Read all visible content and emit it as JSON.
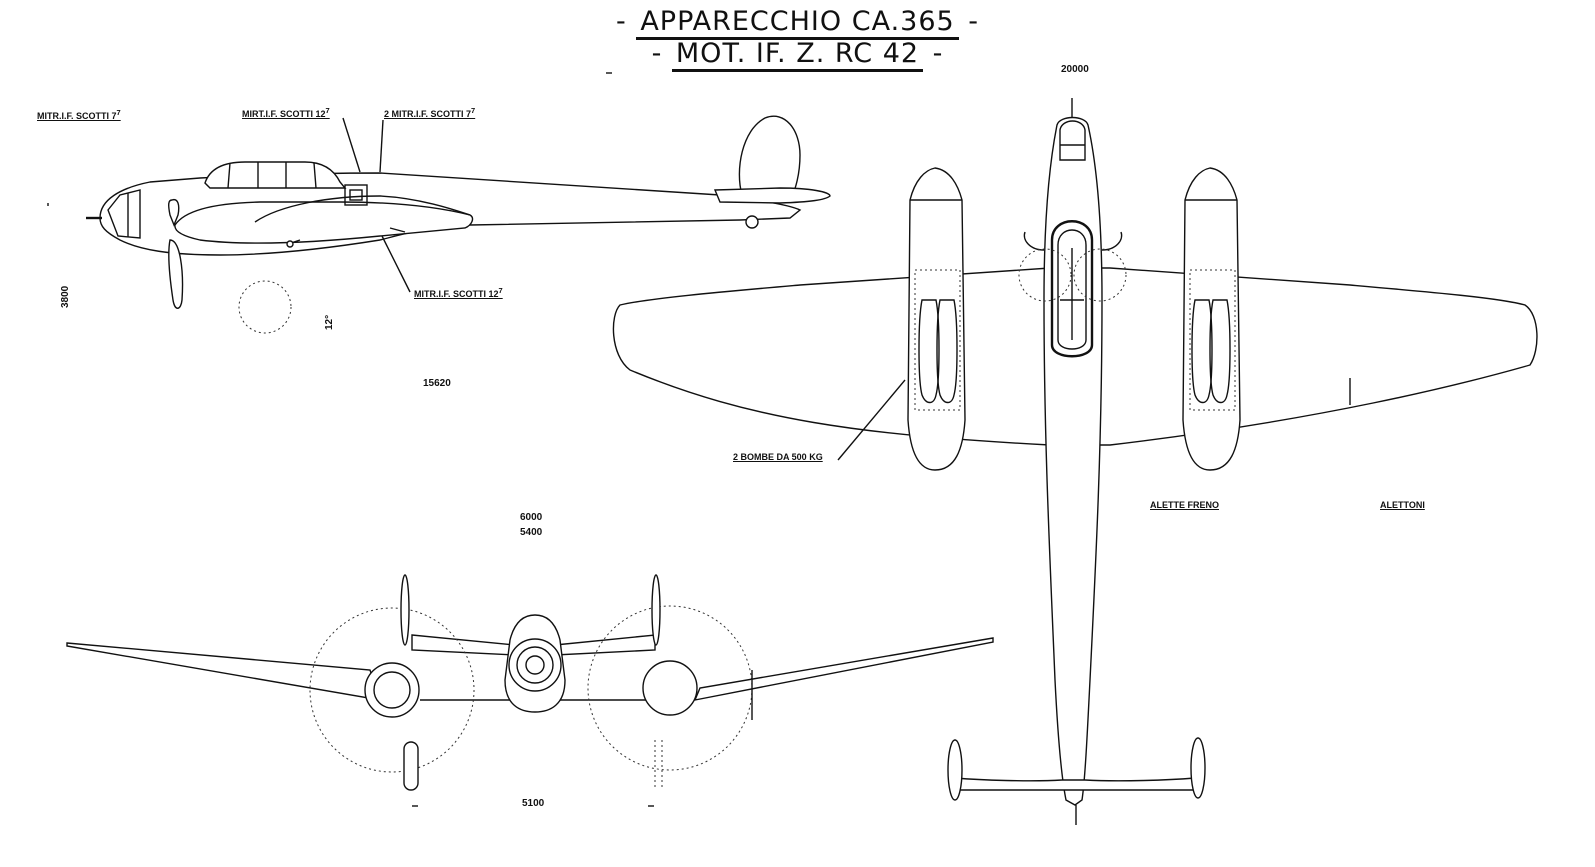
{
  "title": {
    "line1": "APPARECCHIO CA.365",
    "line2": "MOT. IF. Z. RC 42"
  },
  "labels": {
    "side_gun_nose": "MITR.I.F. SCOTTI 7",
    "side_gun_nose_sup": "7",
    "side_gun_top": "MIRT.I.F. SCOTTI 12",
    "side_gun_top_sup": "7",
    "side_gun_dorsal": "2 MITR.I.F. SCOTTI 7",
    "side_gun_dorsal_sup": "7",
    "side_gun_ventral": "MITR.I.F. SCOTTI 12",
    "side_gun_ventral_sup": "7",
    "bombs": "2 BOMBE DA 500 KG",
    "airbrakes": "ALETTE FRENO",
    "ailerons": "ALETTONI"
  },
  "dimensions": {
    "length": "15620",
    "wingspan": "20000",
    "tail_span_outer": "6000",
    "tail_span_inner": "5400",
    "track": "5100",
    "height": "3800",
    "angle": "12°"
  }
}
